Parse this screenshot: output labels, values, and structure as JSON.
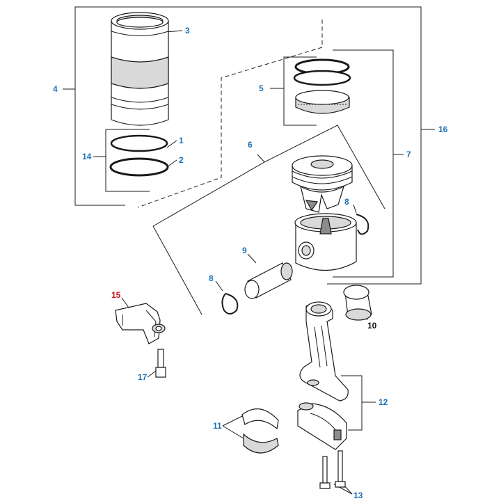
{
  "diagram": {
    "callouts": [
      {
        "id": "c1",
        "text": "1",
        "color": "#1b6fb5"
      },
      {
        "id": "c2",
        "text": "2",
        "color": "#1b6fb5"
      },
      {
        "id": "c3",
        "text": "3",
        "color": "#1b6fb5"
      },
      {
        "id": "c4",
        "text": "4",
        "color": "#1b6fb5"
      },
      {
        "id": "c5",
        "text": "5",
        "color": "#1b6fb5"
      },
      {
        "id": "c6",
        "text": "6",
        "color": "#1b6fb5"
      },
      {
        "id": "c7",
        "text": "7",
        "color": "#1b6fb5"
      },
      {
        "id": "c8a",
        "text": "8",
        "color": "#1b6fb5"
      },
      {
        "id": "c8b",
        "text": "8",
        "color": "#1b6fb5"
      },
      {
        "id": "c9",
        "text": "9",
        "color": "#1b6fb5"
      },
      {
        "id": "c10",
        "text": "10",
        "color": "#111111"
      },
      {
        "id": "c11",
        "text": "11",
        "color": "#1b6fb5"
      },
      {
        "id": "c12",
        "text": "12",
        "color": "#1b6fb5"
      },
      {
        "id": "c13",
        "text": "13",
        "color": "#1b6fb5"
      },
      {
        "id": "c14",
        "text": "14",
        "color": "#1b6fb5"
      },
      {
        "id": "c15",
        "text": "15",
        "color": "#c8141e"
      },
      {
        "id": "c16",
        "text": "16",
        "color": "#1b6fb5"
      },
      {
        "id": "c17",
        "text": "17",
        "color": "#1b6fb5"
      }
    ]
  }
}
